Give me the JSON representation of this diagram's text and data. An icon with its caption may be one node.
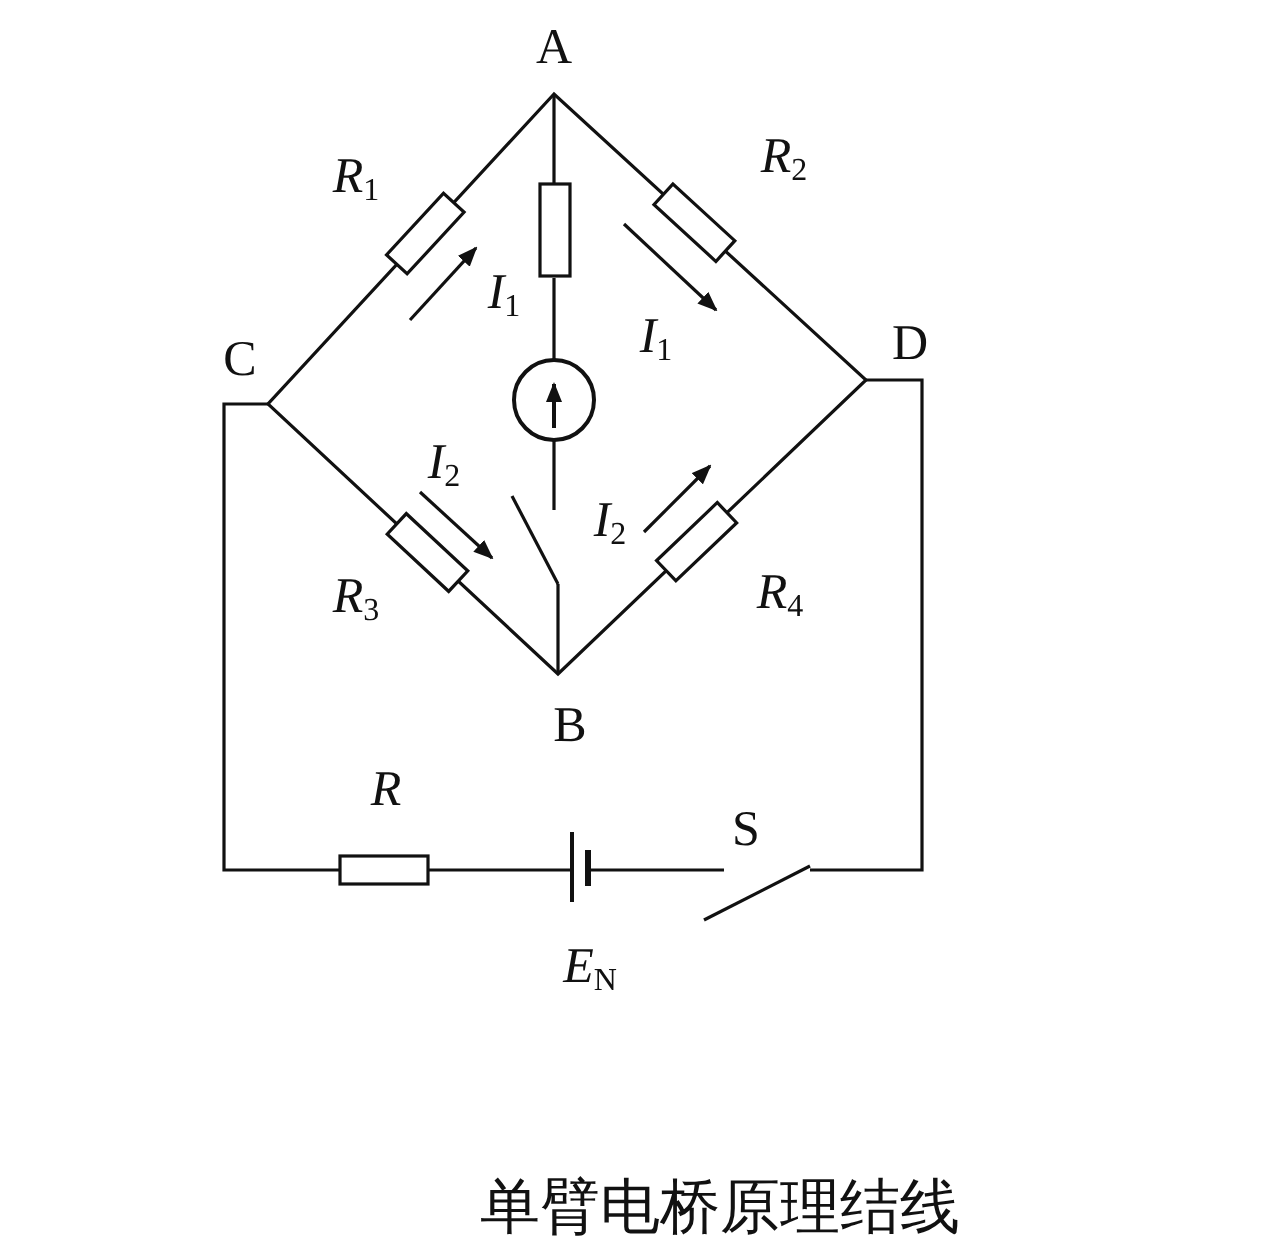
{
  "diagram": {
    "caption": "单臂电桥原理结线",
    "labels": [
      "A",
      "*R*$_{1}$",
      "*R*$_{2}$",
      "*I*$_{1}$",
      "C",
      "*I*$_{1}$",
      "D",
      "*I*$_{2}$",
      "*I*$_{2}$",
      "*R*$_{3}$",
      "*R*$_{4}$",
      "B",
      "*R*",
      "S",
      "*E*$_{N}$"
    ]
  }
}
